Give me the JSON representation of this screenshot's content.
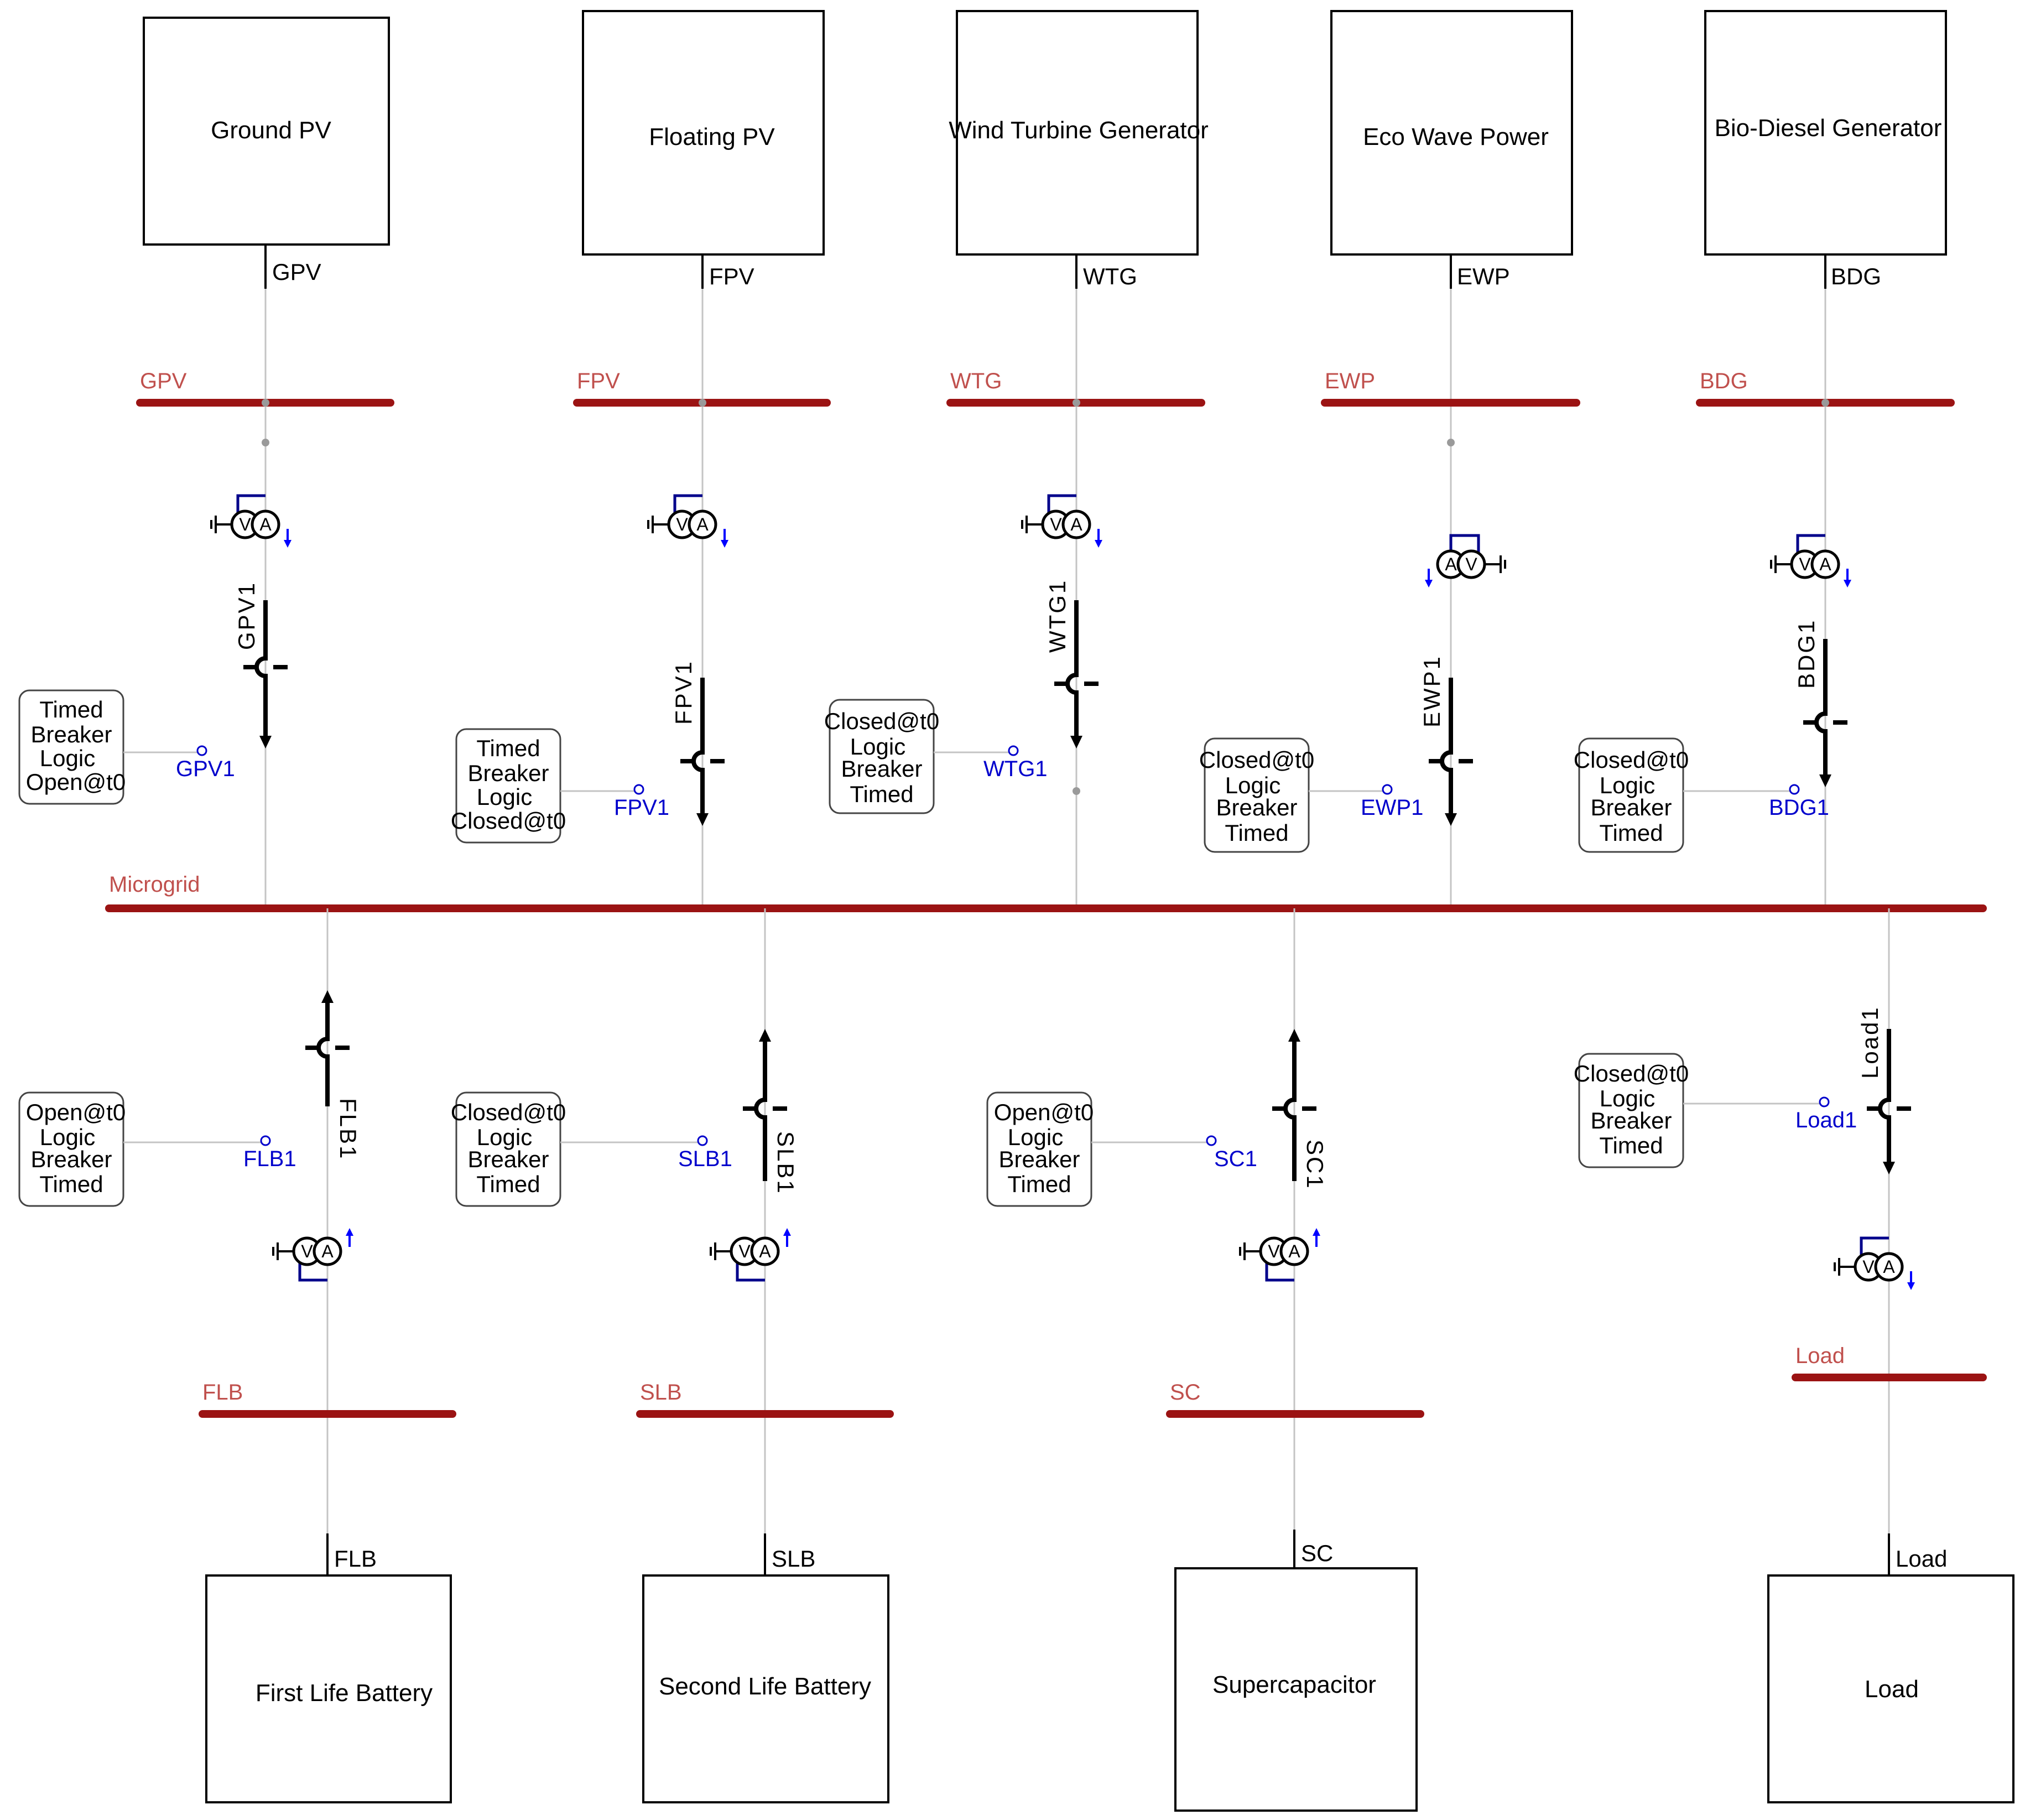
{
  "sources": [
    {
      "name": "Ground PV",
      "tag": "GPV"
    },
    {
      "name": "Floating PV",
      "tag": "FPV"
    },
    {
      "name": "Wind Turbine Generator",
      "tag": "WTG"
    },
    {
      "name": "Eco Wave Power",
      "tag": "EWP"
    },
    {
      "name": "Bio-Diesel Generator",
      "tag": "BDG"
    }
  ],
  "source_buses": [
    "GPV",
    "FPV",
    "WTG",
    "EWP",
    "BDG"
  ],
  "source_breakers": [
    "GPV1",
    "FPV1",
    "WTG1",
    "EWP1",
    "BDG1"
  ],
  "source_logic": [
    {
      "lines": [
        "Timed",
        "Breaker",
        "Logic",
        "Open@t0"
      ],
      "signal": "GPV1"
    },
    {
      "lines": [
        "Timed",
        "Breaker",
        "Logic",
        "Closed@t0"
      ],
      "signal": "FPV1"
    },
    {
      "lines": [
        "Closed@t0",
        "Logic",
        "Breaker",
        "Timed"
      ],
      "signal": "WTG1"
    },
    {
      "lines": [
        "Closed@t0",
        "Logic",
        "Breaker",
        "Timed"
      ],
      "signal": "EWP1"
    },
    {
      "lines": [
        "Closed@t0",
        "Logic",
        "Breaker",
        "Timed"
      ],
      "signal": "BDG1"
    }
  ],
  "main_bus": "Microgrid",
  "storage": [
    {
      "name": "First Life Battery",
      "tag": "FLB"
    },
    {
      "name": "Second Life Battery",
      "tag": "SLB"
    },
    {
      "name": "Supercapacitor",
      "tag": "SC"
    },
    {
      "name": "Load",
      "tag": "Load"
    }
  ],
  "storage_buses": [
    "FLB",
    "SLB",
    "SC",
    "Load"
  ],
  "storage_breakers": [
    "FLB1",
    "SLB1",
    "SC1",
    "Load1"
  ],
  "storage_logic": [
    {
      "lines": [
        "Open@t0",
        "Logic",
        "Breaker",
        "Timed"
      ],
      "signal": "FLB1"
    },
    {
      "lines": [
        "Closed@t0",
        "Logic",
        "Breaker",
        "Timed"
      ],
      "signal": "SLB1"
    },
    {
      "lines": [
        "Open@t0",
        "Logic",
        "Breaker",
        "Timed"
      ],
      "signal": "SC1"
    },
    {
      "lines": [
        "Closed@t0",
        "Logic",
        "Breaker",
        "Timed"
      ],
      "signal": "Load1"
    }
  ],
  "meter_symbols": {
    "voltage": "V",
    "current": "A"
  },
  "colors": {
    "bus": "#9b1313",
    "bus_label": "#c0504d",
    "signal": "#0000cc",
    "wire": "#c4c4c4"
  }
}
